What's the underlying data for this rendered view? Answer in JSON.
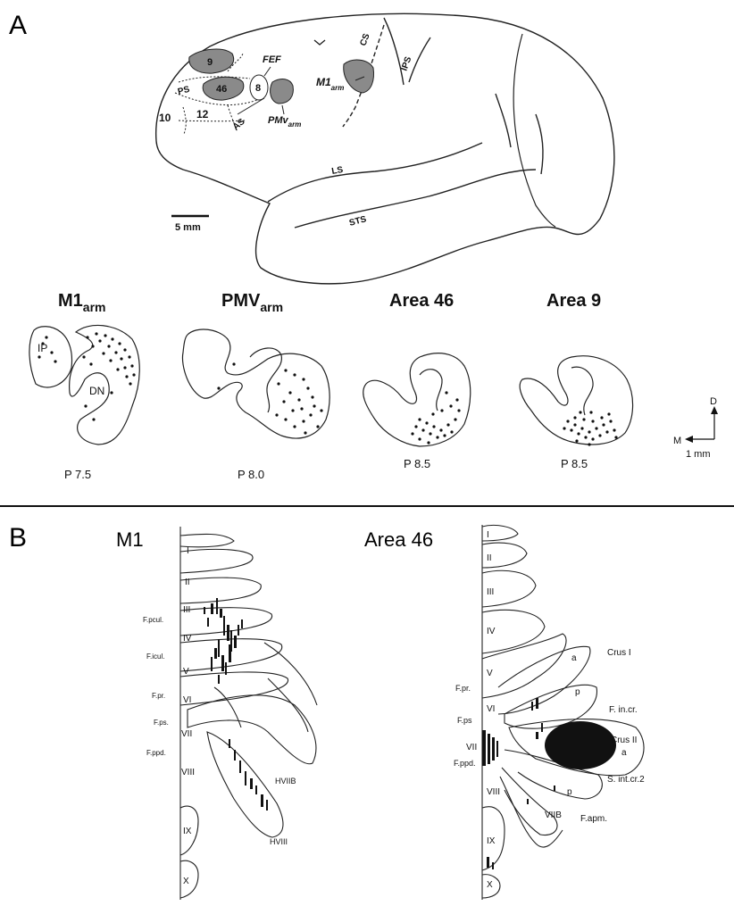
{
  "panel_a": {
    "letter": "A",
    "brain_labels": {
      "a9": "9",
      "a46": "46",
      "a8": "8",
      "a10": "10",
      "a12": "12",
      "ps": "PS",
      "as": "AS",
      "cs": "CS",
      "ips": "IPS",
      "ls": "LS",
      "sts": "STS",
      "fef": "FEF",
      "m1": "M1",
      "m1_sub": "arm",
      "pmv": "PMv",
      "pmv_sub": "arm",
      "scale": "5 mm"
    },
    "sections": [
      {
        "title": "M1",
        "title_sub": "arm",
        "label": "P  7.5",
        "ip": "IP",
        "dn": "DN"
      },
      {
        "title": "PMV",
        "title_sub": "arm",
        "label": "P  8.0"
      },
      {
        "title": "Area 46",
        "title_sub": "",
        "label": "P  8.5"
      },
      {
        "title": "Area 9",
        "title_sub": "",
        "label": "P  8.5"
      }
    ],
    "axes": {
      "d": "D",
      "m": "M",
      "scale": "1 mm"
    }
  },
  "panel_b": {
    "letter": "B",
    "left": {
      "title": "M1",
      "lobules": [
        "I",
        "II",
        "III",
        "IV",
        "V",
        "VI",
        "VII",
        "VIII",
        "IX",
        "X"
      ],
      "fissures": [
        "F.pcul.",
        "F.icul.",
        "F.pr.",
        "F.ps.",
        "F.ppd."
      ],
      "hemi": [
        "HVIIB",
        "HVIII"
      ]
    },
    "right": {
      "title": "Area 46",
      "lobules": [
        "I",
        "II",
        "III",
        "IV",
        "V",
        "VI",
        "VII",
        "VIII",
        "IX",
        "X"
      ],
      "fissures": [
        "F.pr.",
        "F.ps",
        "F.ppd."
      ],
      "labels": {
        "crus1": "Crus I",
        "a1": "a",
        "p1": "p",
        "fincr": "F. in.cr.",
        "crus2": "Crus II",
        "a2": "a",
        "sint": "S. int.cr.2",
        "p2": "p",
        "viib": "VIIB",
        "fapm": "F.apm."
      }
    }
  }
}
